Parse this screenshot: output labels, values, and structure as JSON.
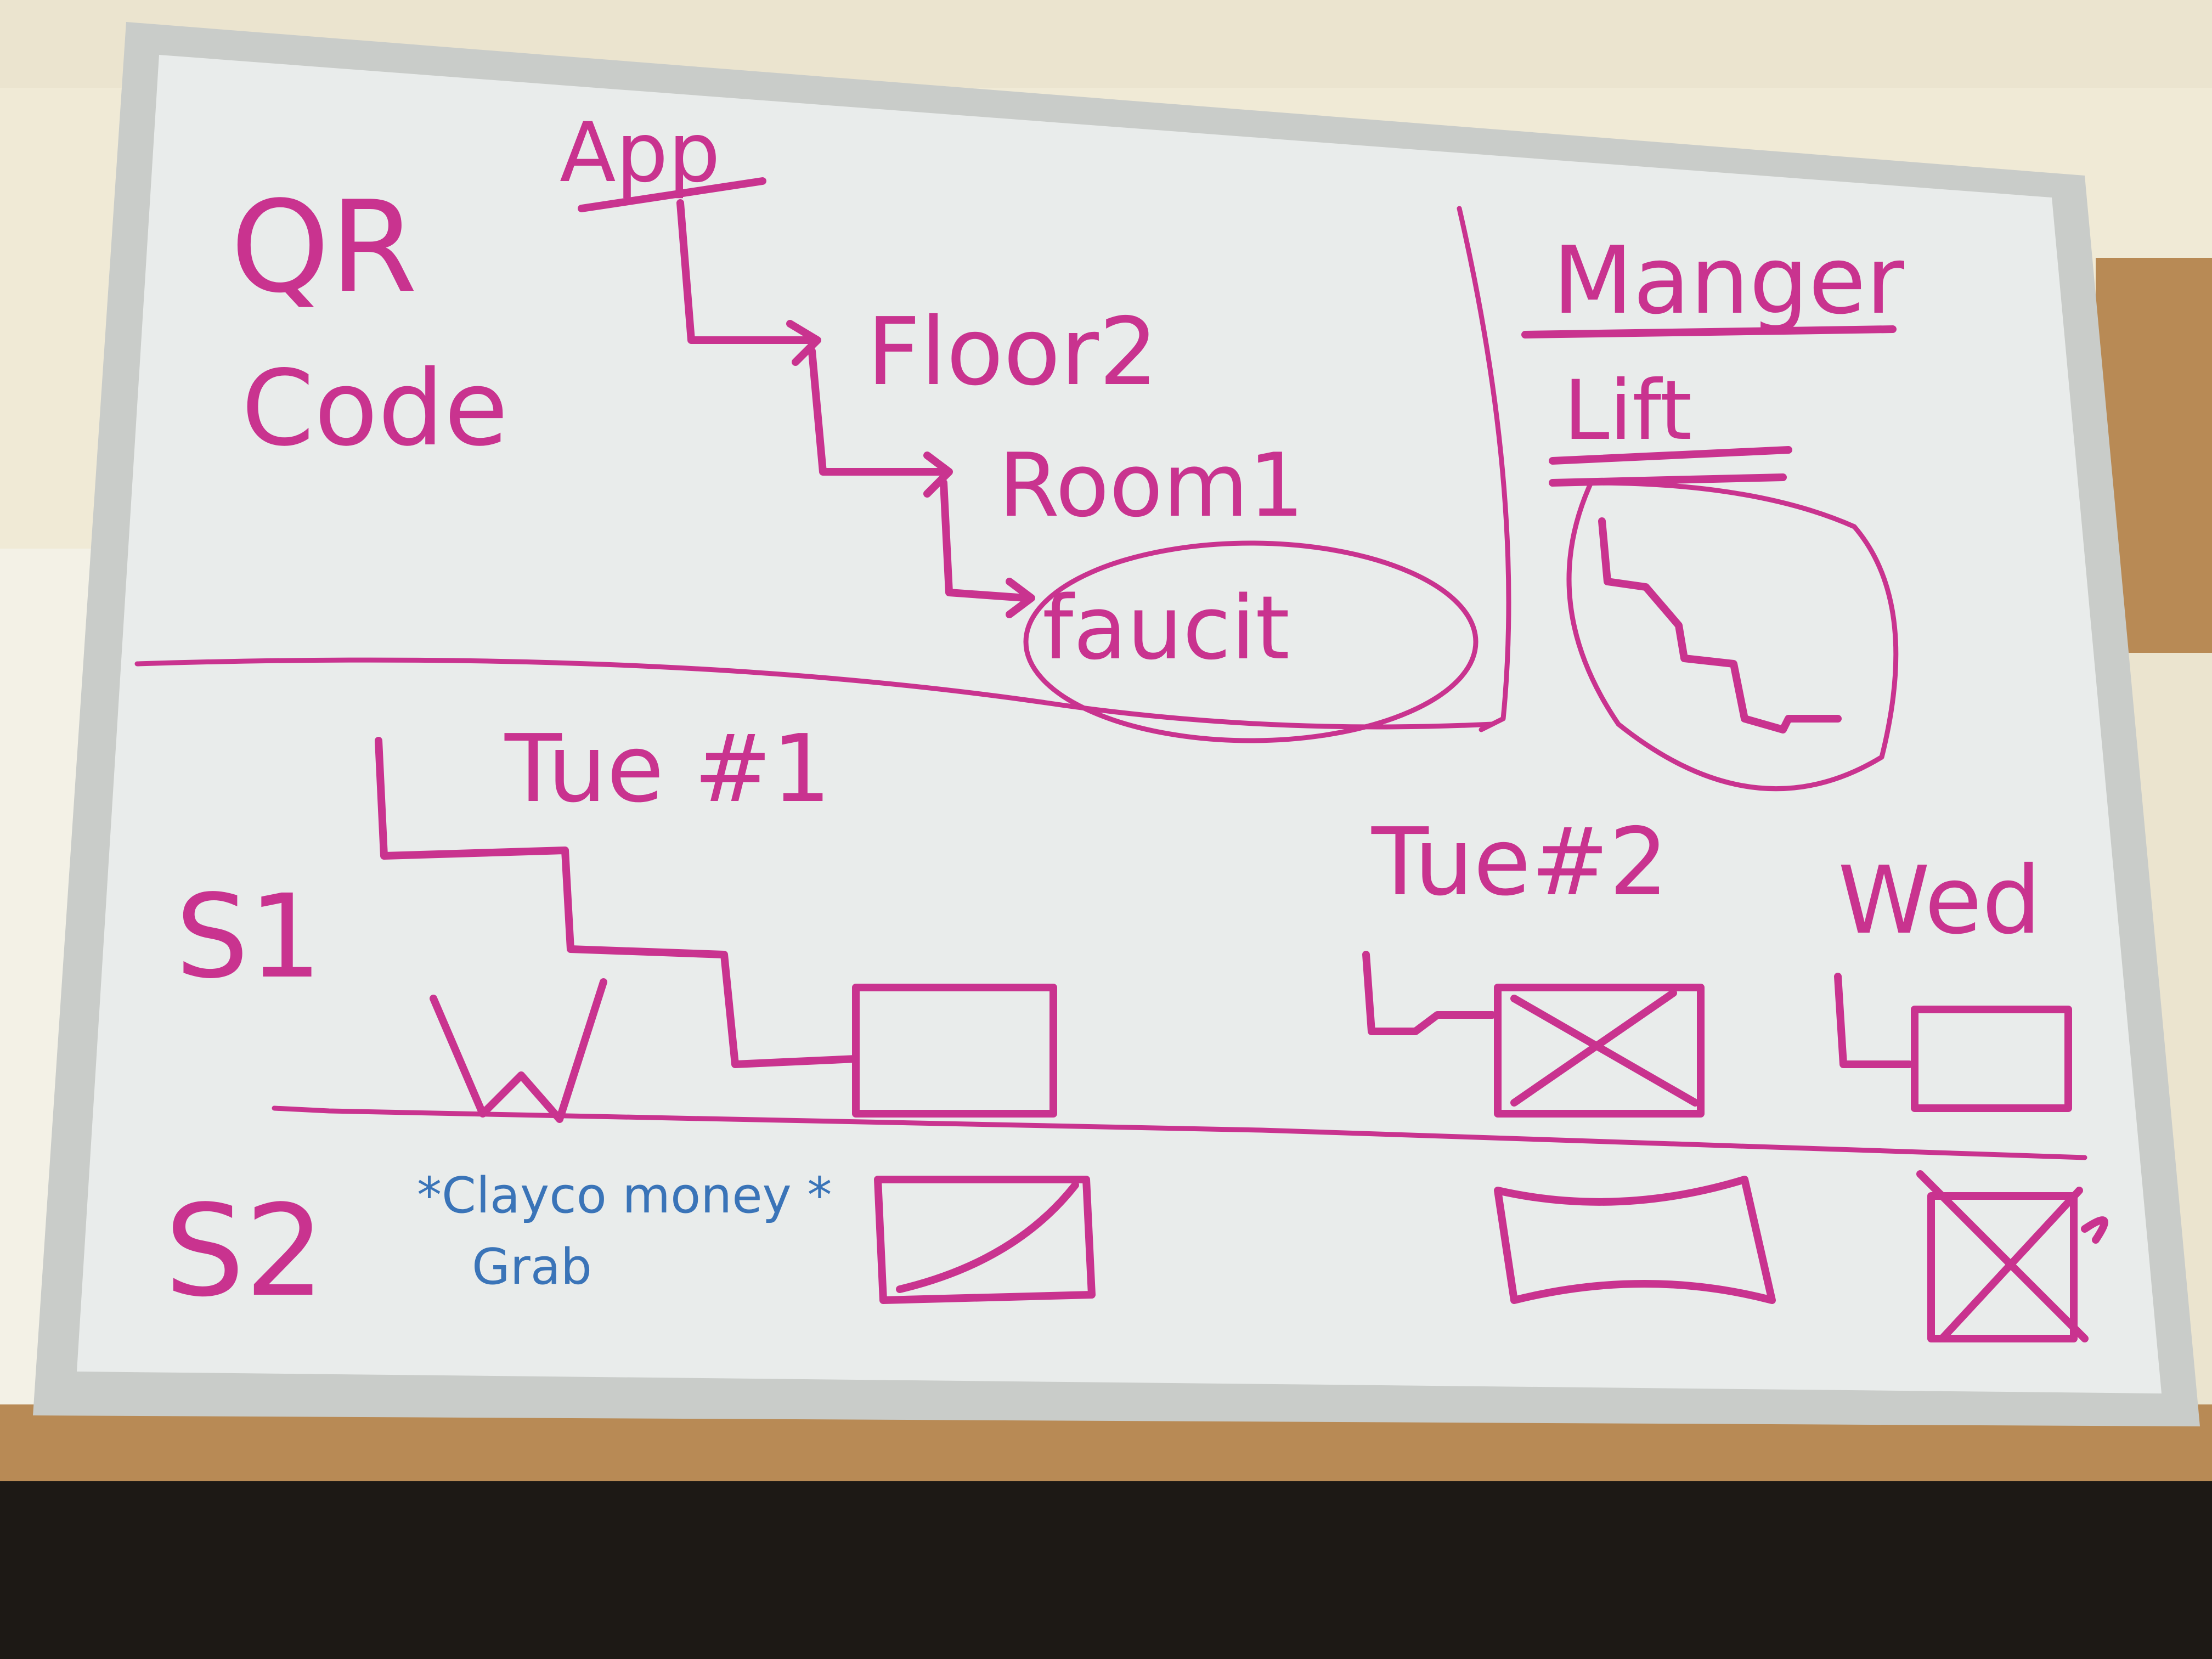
{
  "whiteboard": {
    "colors": {
      "marker": "#c9338f",
      "blue_marker": "#3a74b8",
      "board": "#e9eceb",
      "frame": "#c9ccc9",
      "wall": "#ebe4cf",
      "shelf": "#b88a55"
    },
    "top_left": {
      "qr_line1": "QR",
      "qr_line2": "Code"
    },
    "tree": {
      "root": "App",
      "level1": "Floor2",
      "level2": "Room1",
      "level3": "faucit"
    },
    "top_right": {
      "heading": "Manger",
      "subheading": "Lift"
    },
    "schedule": {
      "row1": "S1",
      "row2": "S2",
      "col1": "Tue #1",
      "col2": "Tue#2",
      "col3": "Wed",
      "note_line1": "*Clayco money *",
      "note_line2": "Grab"
    }
  }
}
